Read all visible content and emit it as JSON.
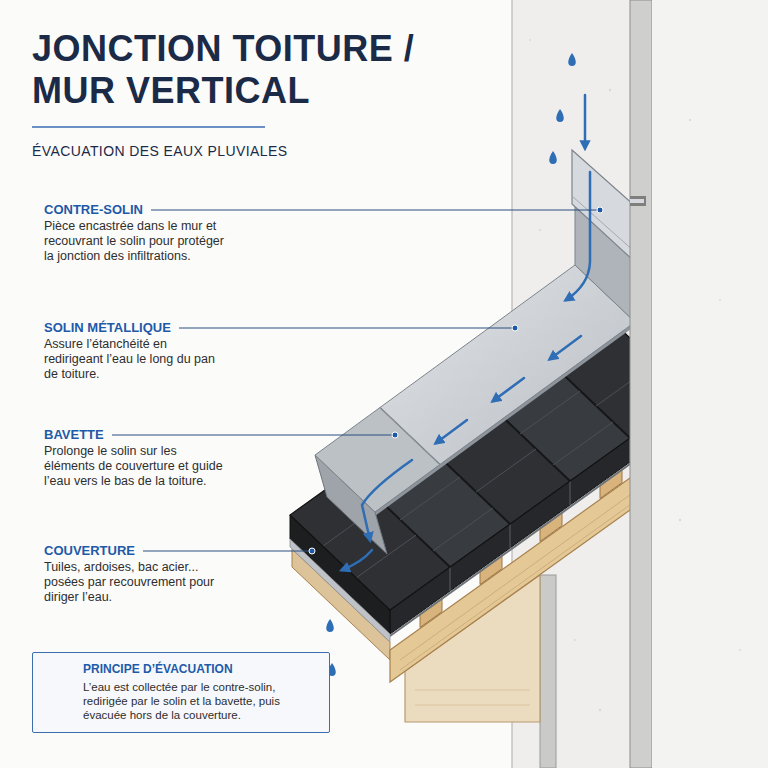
{
  "diagram": {
    "title": "JONCTION TOITURE / MUR VERTICAL",
    "nodes": [
      {
        "text": [
          "PRINCIPE D’ÉVACUATION",
          "L’eau est collectée par le contre-solin, redirigée par le solin et la bavette, puis évacuée hors de la couverture."
        ]
      }
    ],
    "labels": [
      "ÉVACUATION DES EAUX PLUVIALES",
      "CONTRE-SOLIN",
      "Pièce encastrée dans le mur et recouvrant le solin pour protéger la jonction des infiltrations.",
      "SOLIN MÉTALLIQUE",
      "Assure l’étanchéité en redirigeant l’eau le long du pan de toiture.",
      "BAVETTE",
      "Prolonge le solin sur les éléments de couverture et guide l’eau vers le bas de la toiture.",
      "COUVERTURE",
      "Tuiles, ardoises, bac acier... posées par recouvrement pour diriger l’eau."
    ]
  }
}
